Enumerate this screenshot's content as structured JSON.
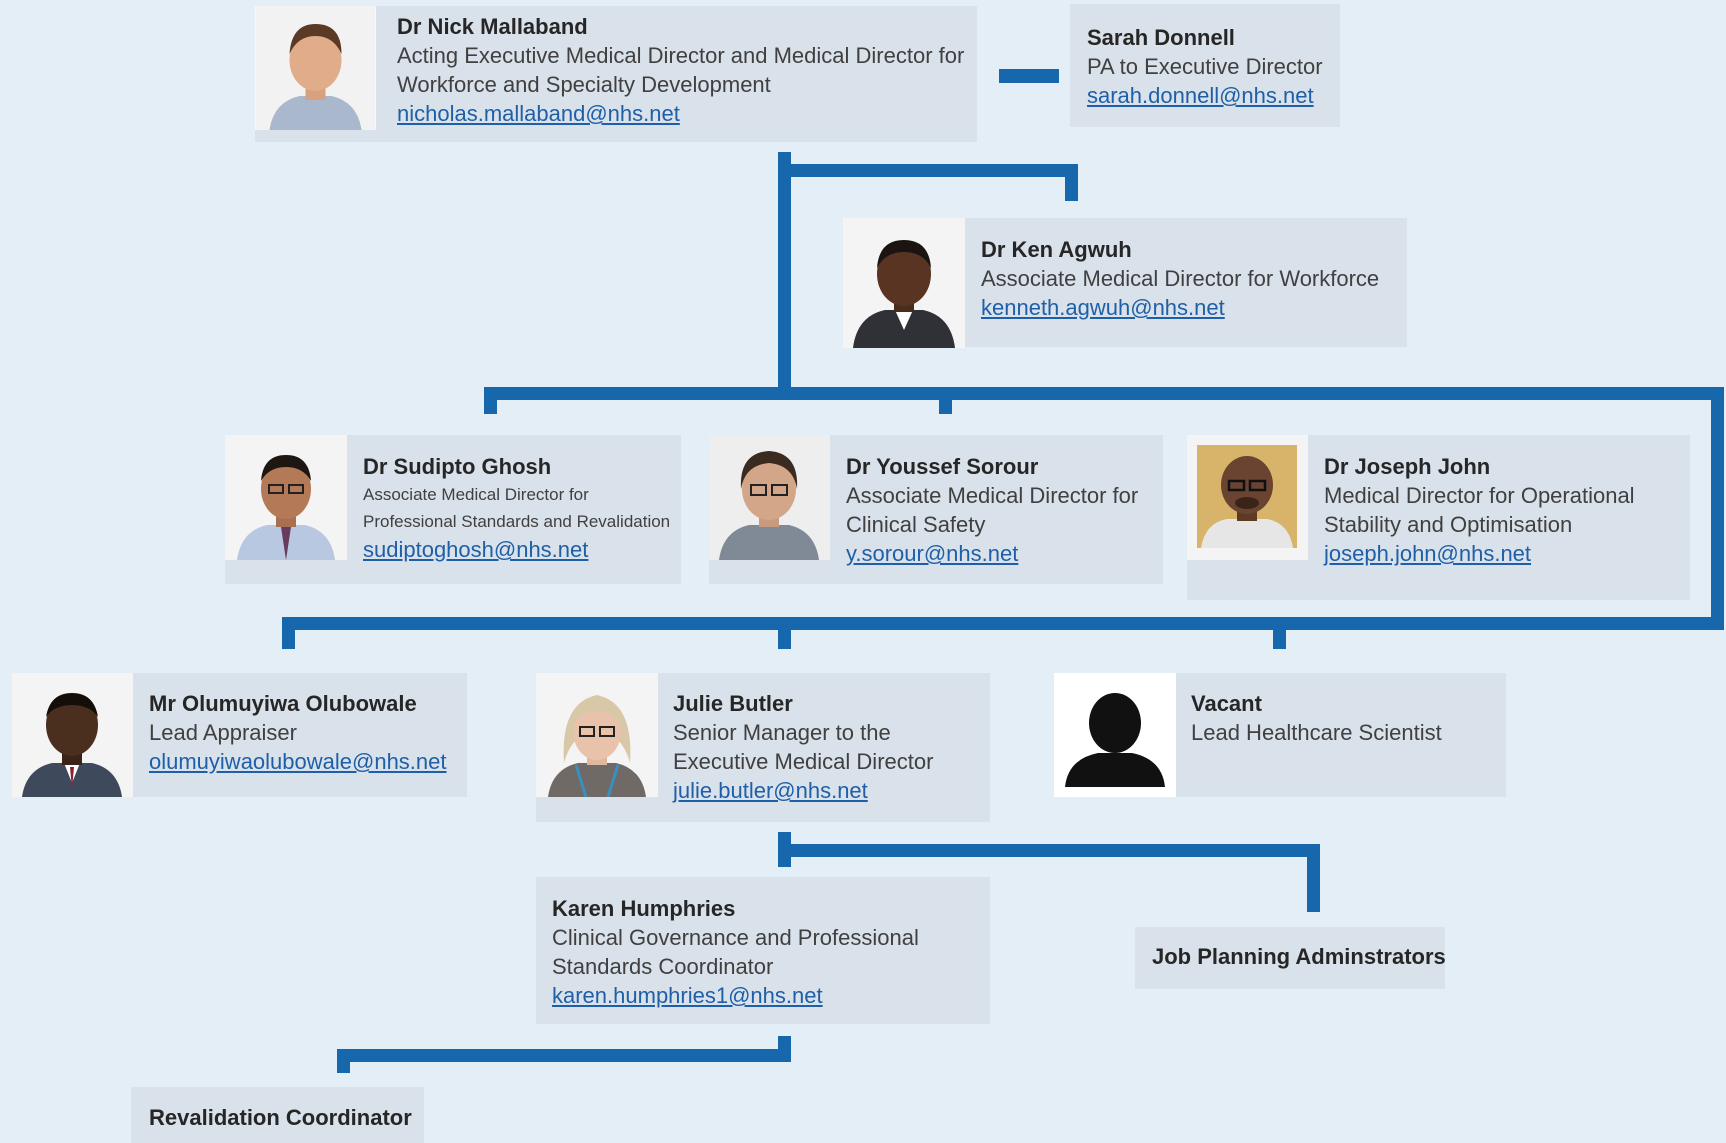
{
  "chart": {
    "people": {
      "mallaband": {
        "name": "Dr Nick Mallaband",
        "role": "Acting Executive Medical Director and Medical Director for Workforce and Specialty Development",
        "email": "nicholas.mallaband@nhs.net"
      },
      "donnell": {
        "name": "Sarah Donnell",
        "role": "PA to Executive Director",
        "email": "sarah.donnell@nhs.net"
      },
      "agwuh": {
        "name": "Dr Ken Agwuh",
        "role": "Associate Medical Director for Workforce",
        "email": "kenneth.agwuh@nhs.net"
      },
      "ghosh": {
        "name": "Dr Sudipto Ghosh",
        "role": "Associate Medical Director for Professional Standards and Revalidation",
        "email": "sudiptoghosh@nhs.net"
      },
      "sorour": {
        "name": "Dr Youssef Sorour",
        "role": "Associate Medical Director for Clinical Safety",
        "email": "y.sorour@nhs.net"
      },
      "john": {
        "name": "Dr Joseph John",
        "role": "Medical Director for Operational Stability and Optimisation",
        "email": "joseph.john@nhs.net"
      },
      "olubowale": {
        "name": "Mr Olumuyiwa Olubowale",
        "role": "Lead Appraiser",
        "email": "olumuyiwaolubowale@nhs.net"
      },
      "butler": {
        "name": "Julie Butler",
        "role": "Senior Manager to the Executive Medical Director",
        "email": "julie.butler@nhs.net"
      },
      "vacant": {
        "name": "Vacant",
        "role": "Lead Healthcare Scientist"
      },
      "humphries": {
        "name": "Karen Humphries",
        "role": "Clinical Governance and Professional Standards Coordinator",
        "email": "karen.humphries1@nhs.net"
      }
    },
    "boxes": {
      "job_planning": "Job Planning Adminstrators",
      "revalidation": "Revalidation Coordinator"
    },
    "colors": {
      "connector": "#1767ad",
      "card": "#d9e2ea",
      "background": "#e4eef6",
      "link": "#1f5fa8"
    }
  }
}
